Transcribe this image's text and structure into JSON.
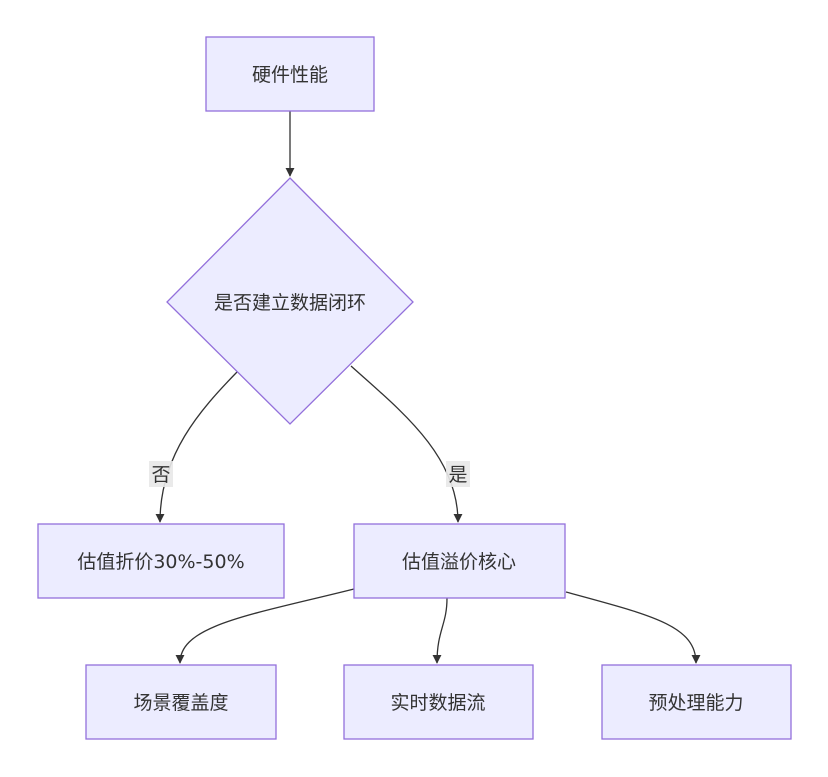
{
  "nodes": {
    "hardware": "硬件性能",
    "decision": "是否建立数据闭环",
    "discount": "估值折价30%-50%",
    "premium": "估值溢价核心",
    "coverage": "场景覆盖度",
    "stream": "实时数据流",
    "preprocess": "预处理能力"
  },
  "edges": {
    "no_label": "否",
    "yes_label": "是"
  },
  "colors": {
    "node_fill": "#ececff",
    "node_stroke": "#9370db",
    "edge": "#333333",
    "label_bg": "#e8e8e8"
  }
}
